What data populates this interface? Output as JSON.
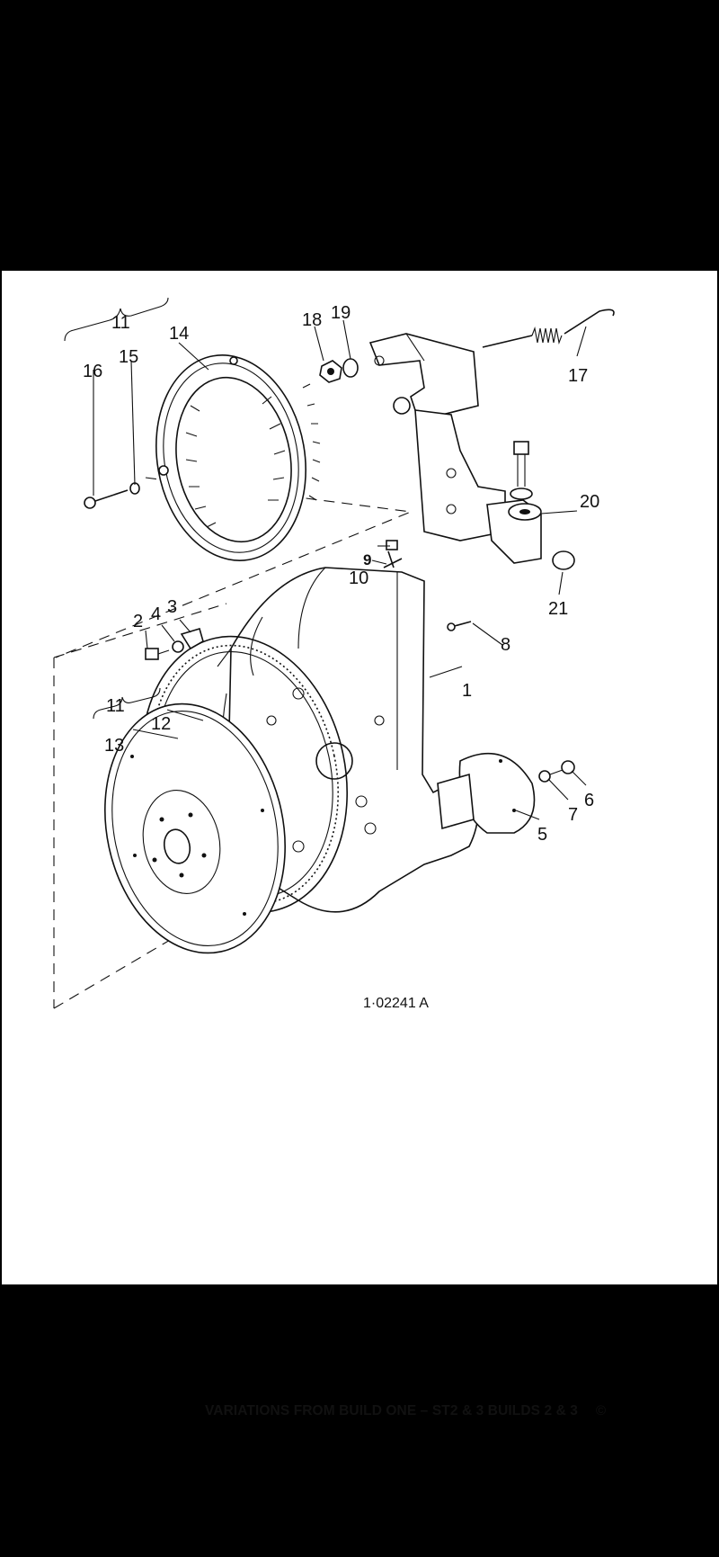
{
  "callouts": [
    {
      "id": "c11a",
      "text": "11"
    },
    {
      "id": "c14",
      "text": "14"
    },
    {
      "id": "c15",
      "text": "15"
    },
    {
      "id": "c16",
      "text": "16"
    },
    {
      "id": "c18",
      "text": "18"
    },
    {
      "id": "c19",
      "text": "19"
    },
    {
      "id": "c17",
      "text": "17"
    },
    {
      "id": "c20",
      "text": "20"
    },
    {
      "id": "c21",
      "text": "21"
    },
    {
      "id": "c9",
      "text": "9"
    },
    {
      "id": "c10",
      "text": "10"
    },
    {
      "id": "c8",
      "text": "8"
    },
    {
      "id": "c1",
      "text": "1"
    },
    {
      "id": "c2",
      "text": "2"
    },
    {
      "id": "c4",
      "text": "4"
    },
    {
      "id": "c3",
      "text": "3"
    },
    {
      "id": "c11b",
      "text": "11"
    },
    {
      "id": "c12",
      "text": "12"
    },
    {
      "id": "c13",
      "text": "13"
    },
    {
      "id": "c6",
      "text": "6"
    },
    {
      "id": "c7",
      "text": "7"
    },
    {
      "id": "c5",
      "text": "5"
    }
  ],
  "drawing_number": "1·02241 A",
  "caption": {
    "title": "VARIATIONS FROM BUILD ONE – ST2 & 3 BUILDS 2 & 3",
    "copyright": "©"
  }
}
